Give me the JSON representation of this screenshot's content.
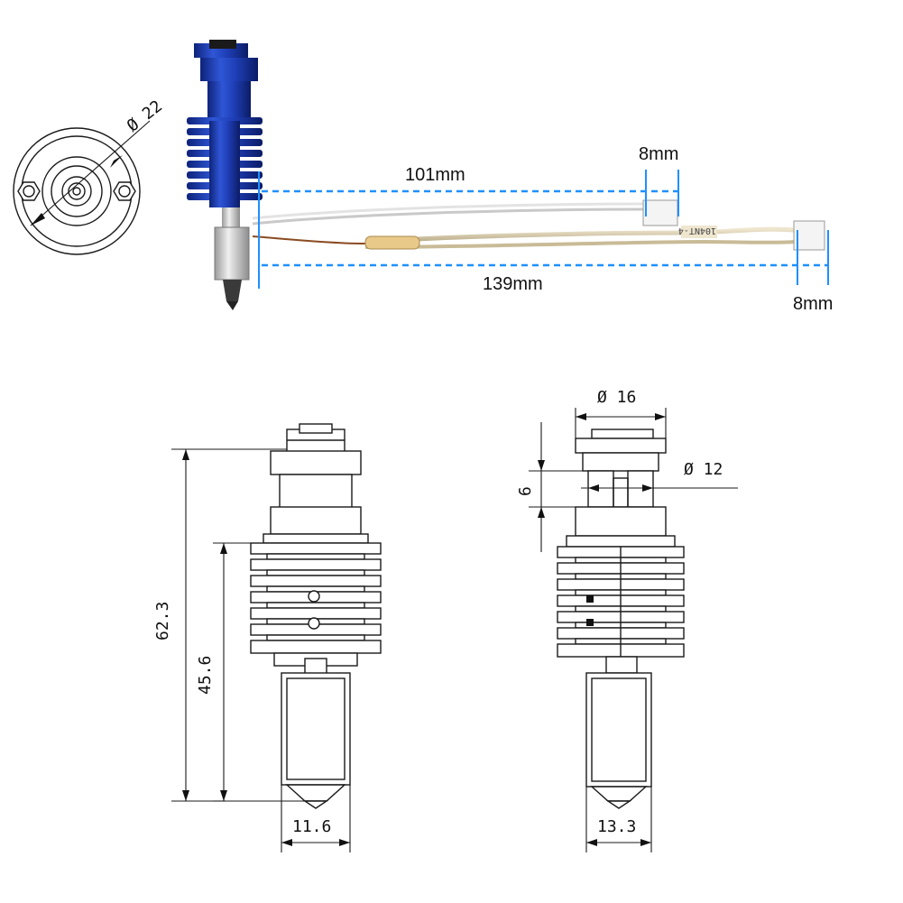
{
  "photo": {
    "diameter_label": "Ø 22",
    "length_top": "101mm",
    "length_bottom": "139mm",
    "connector_top": "8mm",
    "connector_bottom": "8mm",
    "cable_print": "104NT-4"
  },
  "front_drawing": {
    "total_height": "62.3",
    "sink_height": "45.6",
    "block_width": "11.6"
  },
  "side_drawing": {
    "top_diameter": "Ø 16",
    "neck_diameter": "Ø 12",
    "groove_height": "6",
    "block_width": "13.3"
  },
  "colors": {
    "heatsink_blue": "#1f3fb8",
    "dimension_blue": "#1e90ff"
  }
}
